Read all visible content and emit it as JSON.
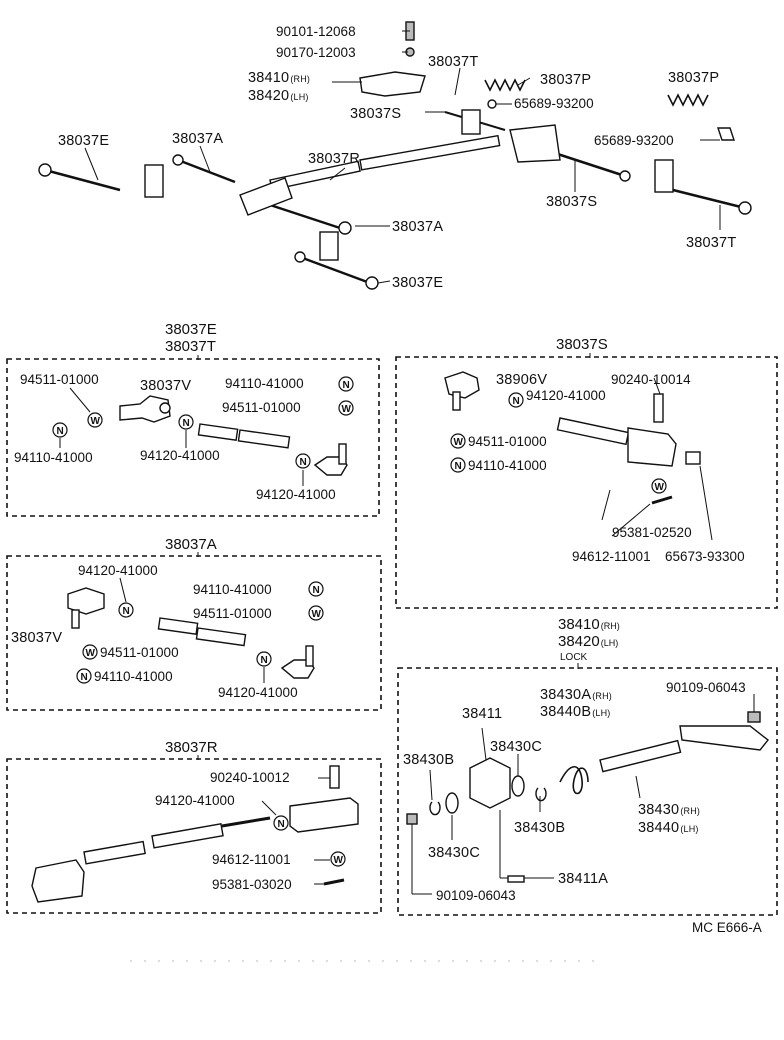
{
  "overview": {
    "labels": {
      "bolt": "90101-12068",
      "washer": "90170-12003",
      "lock_rh": "38410",
      "lock_rh_suffix": "(RH)",
      "lock_lh": "38420",
      "lock_lh_suffix": "(LH)",
      "t_upper": "38037T",
      "p_center": "38037P",
      "p_right": "38037P",
      "s_upper": "38037S",
      "clip_upper": "65689-93200",
      "clip_right": "65689-93200",
      "e_left": "38037E",
      "a_left": "38037A",
      "r_center": "38037R",
      "s_lower": "38037S",
      "a_lower": "38037A",
      "e_lower": "38037E",
      "t_right": "38037T"
    }
  },
  "sections": {
    "et": {
      "title_1": "38037E",
      "title_2": "38037T",
      "labels": {
        "nut_a": "94511-01000",
        "ball_joint": "38037V",
        "nut_b": "94110-41000",
        "nut_c": "94511-01000",
        "nut_d": "94110-41000",
        "nut_e": "94120-41000",
        "nut_f": "94120-41000"
      }
    },
    "s": {
      "title": "38037S",
      "labels": {
        "ball_joint": "38906V",
        "pin": "90240-10014",
        "nut_a": "94120-41000",
        "nut_b": "94511-01000",
        "nut_c": "94110-41000",
        "cotter": "95381-02520",
        "washer": "94612-11001",
        "bushing": "65673-93300"
      }
    },
    "a": {
      "title": "38037A",
      "labels": {
        "nut_a": "94120-41000",
        "nut_b": "94110-41000",
        "nut_c": "94511-01000",
        "ball_joint": "38037V",
        "nut_d": "94511-01000",
        "nut_e": "94110-41000",
        "nut_f": "94120-41000"
      }
    },
    "r": {
      "title": "38037R",
      "labels": {
        "pin": "90240-10012",
        "nut": "94120-41000",
        "washer": "94612-11001",
        "cotter": "95381-03020"
      }
    },
    "lock": {
      "title_1": "38410",
      "title_1_suffix": "(RH)",
      "title_2": "38420",
      "title_2_suffix": "(LH)",
      "title_3": "LOCK",
      "labels": {
        "bolt_top": "90109-06043",
        "spring_rh": "38430A",
        "spring_rh_suffix": "(RH)",
        "spring_lh": "38440B",
        "spring_lh_suffix": "(LH)",
        "body": "38411",
        "clip": "38430B",
        "washer": "38430C",
        "shaft_rh": "38430",
        "shaft_rh_suffix": "(RH)",
        "shaft_lh": "38440",
        "shaft_lh_suffix": "(LH)",
        "clip_b": "38430B",
        "washer_b": "38430C",
        "pin": "38411A",
        "bolt_bottom": "90109-06043"
      }
    }
  },
  "footer": {
    "code": "MC E666-A"
  },
  "icons": {
    "N": "N",
    "W": "W"
  }
}
